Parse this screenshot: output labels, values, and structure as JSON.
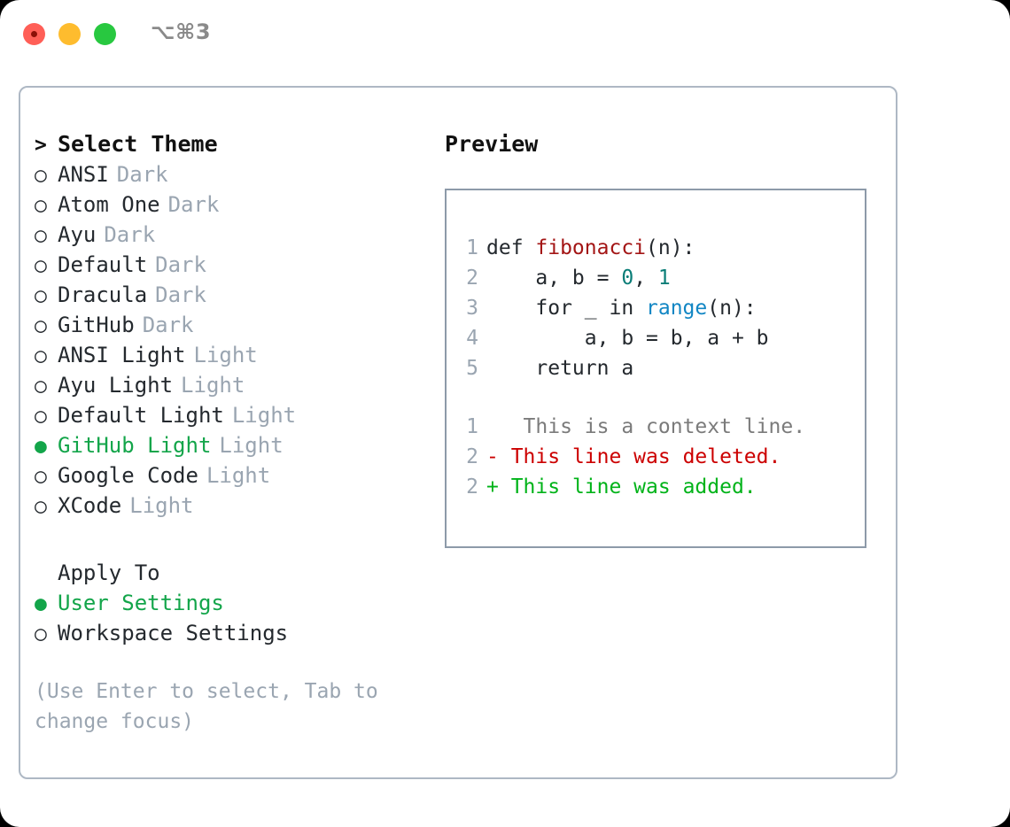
{
  "window": {
    "shortcut": "⌥⌘3",
    "traffic_lights": [
      "close",
      "minimize",
      "zoom"
    ]
  },
  "theme_picker": {
    "header": {
      "marker": ">",
      "label": "Select Theme"
    },
    "items": [
      {
        "marker": "○",
        "name": "ANSI",
        "tag": "Dark",
        "selected": false
      },
      {
        "marker": "○",
        "name": "Atom One",
        "tag": "Dark",
        "selected": false
      },
      {
        "marker": "○",
        "name": "Ayu",
        "tag": "Dark",
        "selected": false
      },
      {
        "marker": "○",
        "name": "Default",
        "tag": "Dark",
        "selected": false
      },
      {
        "marker": "○",
        "name": "Dracula",
        "tag": "Dark",
        "selected": false
      },
      {
        "marker": "○",
        "name": "GitHub",
        "tag": "Dark",
        "selected": false
      },
      {
        "marker": "○",
        "name": "ANSI Light",
        "tag": "Light",
        "selected": false
      },
      {
        "marker": "○",
        "name": "Ayu Light",
        "tag": "Light",
        "selected": false
      },
      {
        "marker": "○",
        "name": "Default Light",
        "tag": "Light",
        "selected": false
      },
      {
        "marker": "●",
        "name": "GitHub Light",
        "tag": "Light",
        "selected": true
      },
      {
        "marker": "○",
        "name": "Google Code",
        "tag": "Light",
        "selected": false
      },
      {
        "marker": "○",
        "name": "XCode",
        "tag": "Light",
        "selected": false
      }
    ]
  },
  "apply_to": {
    "header": {
      "marker": " ",
      "label": "Apply To"
    },
    "items": [
      {
        "marker": "●",
        "name": "User Settings",
        "selected": true
      },
      {
        "marker": "○",
        "name": "Workspace Settings",
        "selected": false
      }
    ]
  },
  "hint": "(Use Enter to select, Tab to change focus)",
  "preview": {
    "title": "Preview",
    "code_lines": [
      {
        "ln": "1",
        "segments": [
          {
            "t": "def ",
            "c": "plain"
          },
          {
            "t": "fibonacci",
            "c": "tok-fn"
          },
          {
            "t": "(n):",
            "c": "plain"
          }
        ]
      },
      {
        "ln": "2",
        "segments": [
          {
            "t": "    a, b = ",
            "c": "plain"
          },
          {
            "t": "0",
            "c": "tok-num"
          },
          {
            "t": ", ",
            "c": "plain"
          },
          {
            "t": "1",
            "c": "tok-num"
          }
        ]
      },
      {
        "ln": "3",
        "segments": [
          {
            "t": "    for _ in ",
            "c": "plain"
          },
          {
            "t": "range",
            "c": "tok-call"
          },
          {
            "t": "(n):",
            "c": "plain"
          }
        ]
      },
      {
        "ln": "4",
        "segments": [
          {
            "t": "        a, b = b, a + b",
            "c": "plain"
          }
        ]
      },
      {
        "ln": "5",
        "segments": [
          {
            "t": "    return a",
            "c": "plain"
          }
        ]
      }
    ],
    "diff_lines": [
      {
        "ln": "1",
        "sign": " ",
        "text": "  This is a context line.",
        "kind": "diff-context"
      },
      {
        "ln": "2",
        "sign": "-",
        "text": " This line was deleted.",
        "kind": "diff-del"
      },
      {
        "ln": "2",
        "sign": "+",
        "text": " This line was added.",
        "kind": "diff-add"
      }
    ]
  },
  "colors": {
    "accent_green": "#13a54a",
    "tag_gray": "#9aa5b1",
    "border": "#aeb8c4",
    "preview_border": "#8d9aa9",
    "diff_add": "#00b319",
    "diff_del": "#cc0000",
    "syntax_function": "#a31515",
    "syntax_number": "#0a7d77",
    "syntax_call": "#1186c4"
  }
}
